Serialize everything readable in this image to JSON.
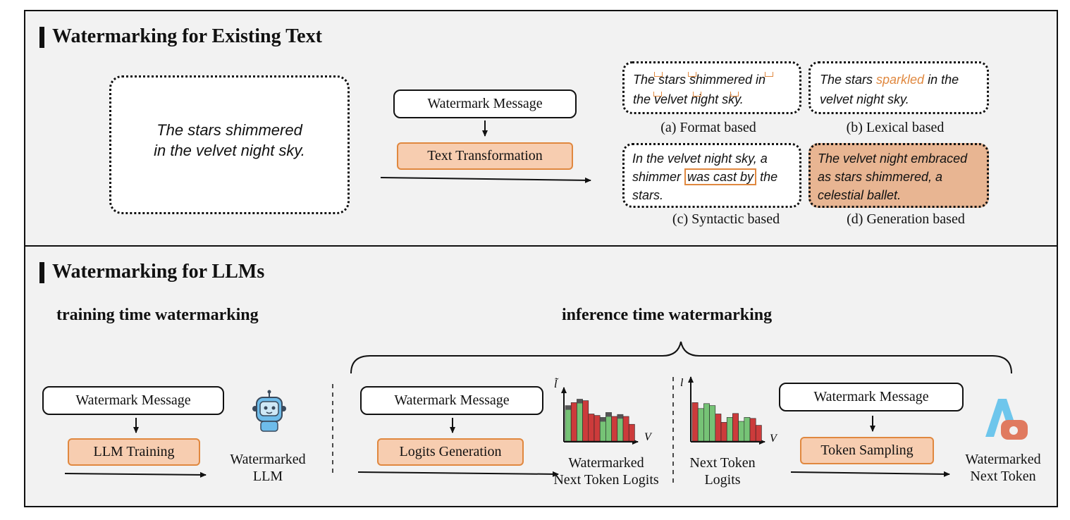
{
  "top": {
    "title": "Watermarking for Existing Text",
    "original_text_line1": "The stars shimmered",
    "original_text_line2": "in the velvet night sky.",
    "message_label": "Watermark Message",
    "transform_label": "Text Transformation",
    "examples": {
      "a": {
        "line1": "The stars shimmered in",
        "line2": "the velvet night sky.",
        "caption": "(a) Format based"
      },
      "b": {
        "pre": "The stars ",
        "highlight": "sparkled",
        "post": " in the",
        "line2": "velvet night sky.",
        "caption": "(b) Lexical based"
      },
      "c": {
        "line1": "In the velvet night sky, a",
        "pre2": "shimmer ",
        "boxed": "was cast by",
        "post2": " the",
        "line3": "stars.",
        "caption": "(c) Syntactic based"
      },
      "d": {
        "line1": "The velvet night embraced",
        "line2": "as stars shimmered, a",
        "line3": "celestial ballet.",
        "caption": "(d) Generation based"
      }
    }
  },
  "bottom": {
    "title": "Watermarking for LLMs",
    "training_heading": "training time watermarking",
    "inference_heading": "inference time watermarking",
    "training": {
      "message_label": "Watermark Message",
      "op_label": "LLM Training",
      "output_line1": "Watermarked",
      "output_line2": "LLM"
    },
    "logits": {
      "message_label": "Watermark Message",
      "op_label": "Logits Generation",
      "output_line1": "Watermarked",
      "output_line2": "Next Token Logits",
      "y_axis": "l̃",
      "x_axis": "V"
    },
    "sampling": {
      "input_line1": "Next Token",
      "input_line2": "Logits",
      "y_axis": "l",
      "x_axis": "V",
      "message_label": "Watermark Message",
      "op_label": "Token Sampling",
      "output_line1": "Watermarked",
      "output_line2": "Next Token"
    }
  },
  "chart_data": [
    {
      "type": "bar",
      "title": "",
      "xlabel": "V",
      "ylabel": "l̃",
      "values": [
        0.72,
        0.78,
        0.85,
        0.82,
        0.55,
        0.52,
        0.48,
        0.58,
        0.5,
        0.54,
        0.5,
        0.34
      ],
      "colors": [
        "#76c376",
        "#cc3b3b",
        "#76c376",
        "#cc3b3b",
        "#cc3b3b",
        "#cc3b3b",
        "#76c376",
        "#76c376",
        "#cc3b3b",
        "#76c376",
        "#cc3b3b",
        "#cc3b3b"
      ],
      "boosted": [
        true,
        false,
        true,
        false,
        false,
        false,
        true,
        true,
        false,
        true,
        false,
        false
      ],
      "ylim": [
        0,
        1
      ]
    },
    {
      "type": "bar",
      "title": "",
      "xlabel": "V",
      "ylabel": "l",
      "values": [
        0.78,
        0.66,
        0.76,
        0.72,
        0.55,
        0.38,
        0.48,
        0.56,
        0.4,
        0.48,
        0.46,
        0.32
      ],
      "colors": [
        "#cc3b3b",
        "#76c376",
        "#76c376",
        "#76c376",
        "#cc3b3b",
        "#cc3b3b",
        "#76c376",
        "#cc3b3b",
        "#76c376",
        "#76c376",
        "#cc3b3b",
        "#cc3b3b"
      ],
      "ylim": [
        0,
        1
      ]
    }
  ]
}
